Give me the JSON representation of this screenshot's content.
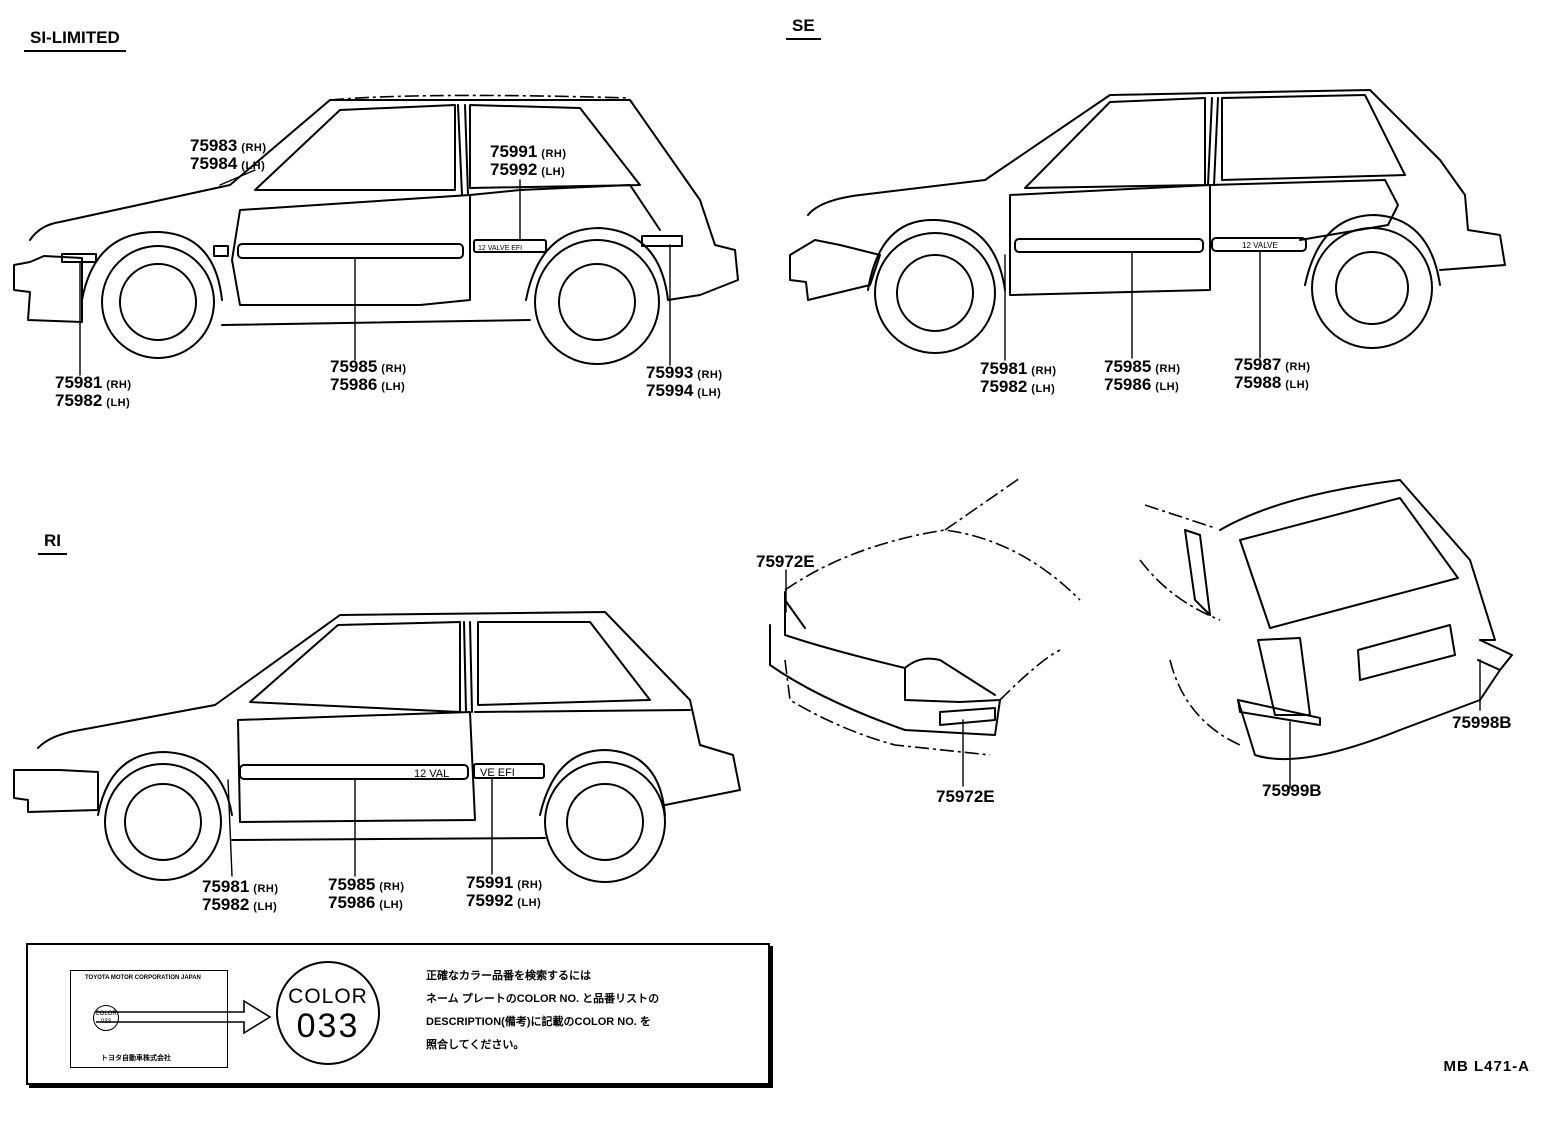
{
  "sections": {
    "si_limited": "SI-LIMITED",
    "se": "SE",
    "ri": "RI"
  },
  "labels": {
    "si": {
      "l1a": "75983",
      "l1b": "75984",
      "l2a": "75991",
      "l2b": "75992",
      "l3a": "75981",
      "l3b": "75982",
      "l4a": "75985",
      "l4b": "75986",
      "l5a": "75993",
      "l5b": "75994"
    },
    "se": {
      "l1a": "75981",
      "l1b": "75982",
      "l2a": "75985",
      "l2b": "75986",
      "l3a": "75987",
      "l3b": "75988"
    },
    "ri": {
      "l1a": "75981",
      "l1b": "75982",
      "l2a": "75985",
      "l2b": "75986",
      "l3a": "75991",
      "l3b": "75992"
    },
    "detail": {
      "front_top": "75972E",
      "front_bottom": "75972E",
      "rear_right": "75998B",
      "rear_bottom": "75999B"
    },
    "rh": "(RH)",
    "lh": "(LH)"
  },
  "badges": {
    "si": "12 VALVE EFI",
    "se": "12 VALVE",
    "ri_a": "12 VAL",
    "ri_b": "VE EFI"
  },
  "note": {
    "plate_top": "TOYOTA MOTOR CORPORATION JAPAN",
    "plate_bottom": "トヨタ自動車株式会社",
    "plate_color": "COLOR",
    "plate_num": "033",
    "color_word": "COLOR",
    "color_num": "033",
    "line1": "正確なカラー品番を検索するには",
    "line2": "ネーム プレートのCOLOR NO. と品番リストの",
    "line3": "DESCRIPTION(備考)に記載のCOLOR NO. を",
    "line4": "照合してください。"
  },
  "figure_code": "MB L471-A"
}
